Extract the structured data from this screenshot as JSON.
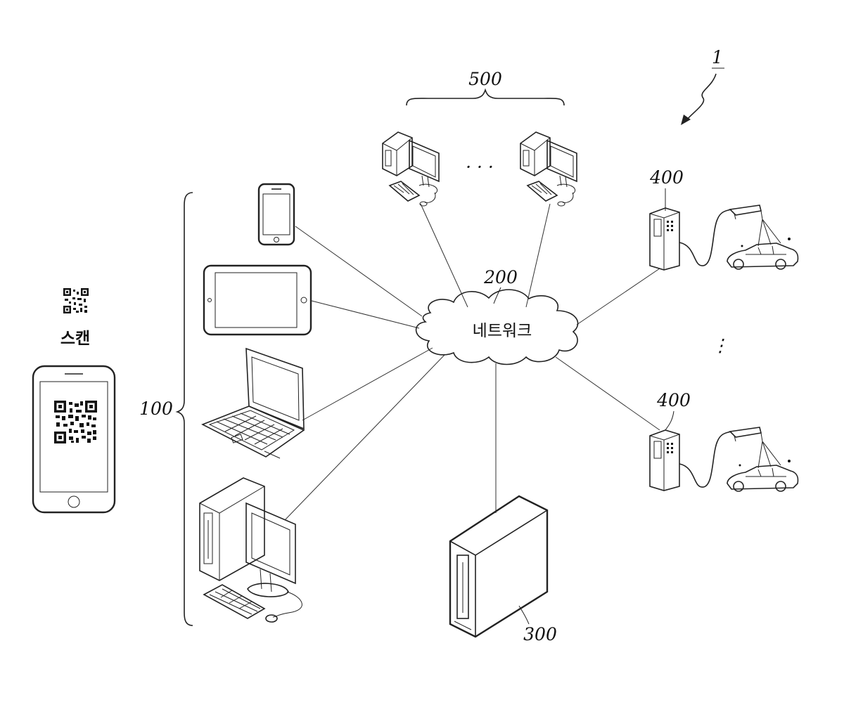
{
  "figure_ref": "1",
  "user_terminals": {
    "ref": "100"
  },
  "network": {
    "ref": "200",
    "label": "네트워크"
  },
  "server": {
    "ref": "300"
  },
  "car_wash_devices": {
    "ref_top": "400",
    "ref_bottom": "400",
    "more": "⋮"
  },
  "admin_terminals": {
    "ref": "500",
    "more": "· · ·"
  },
  "scan": {
    "label": "스캔"
  }
}
